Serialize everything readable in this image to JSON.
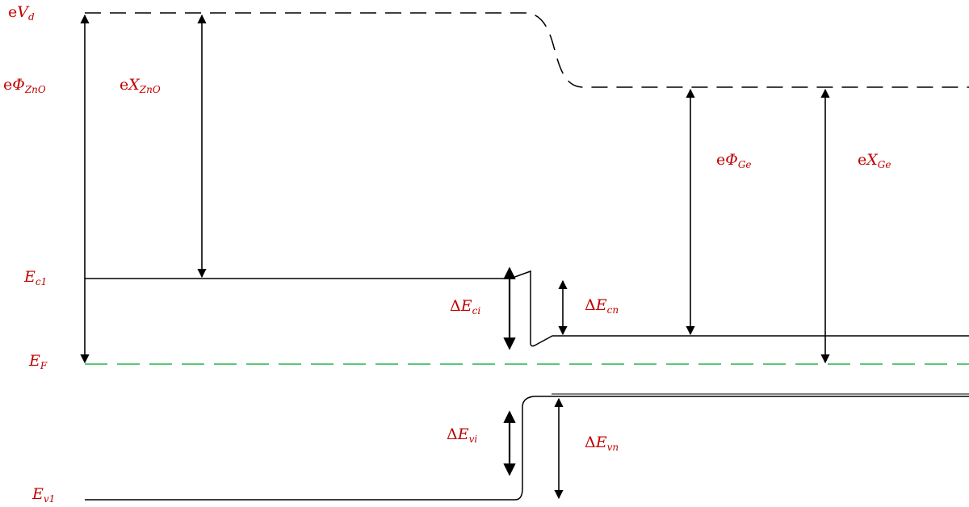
{
  "colors": {
    "label": "#c00000",
    "line": "#000000",
    "fermi": "#5cc57a",
    "vacuum": "#000000"
  },
  "labels": {
    "eVd": {
      "prefix": "e",
      "main": "V",
      "sub": "d"
    },
    "ePhiZnO": {
      "prefix": "e",
      "main": "Φ",
      "sub": "ZnO"
    },
    "eXZnO": {
      "prefix": "e",
      "main": "X",
      "sub": "ZnO"
    },
    "Ec1": {
      "prefix": "",
      "main": "E",
      "sub": "c1"
    },
    "EF": {
      "prefix": "",
      "main": "E",
      "sub": "F"
    },
    "Ev1": {
      "prefix": "",
      "main": "E",
      "sub": "v1"
    },
    "dEci": {
      "prefix": "Δ",
      "main": "E",
      "sub": "ci"
    },
    "dEcn": {
      "prefix": "Δ",
      "main": "E",
      "sub": "cn"
    },
    "dEvi": {
      "prefix": "Δ",
      "main": "E",
      "sub": "vi"
    },
    "dEvn": {
      "prefix": "Δ",
      "main": "E",
      "sub": "vn"
    },
    "ePhiGe": {
      "prefix": "e",
      "main": "Φ",
      "sub": "Ge"
    },
    "eXGe": {
      "prefix": "e",
      "main": "X",
      "sub": "Ge"
    }
  }
}
